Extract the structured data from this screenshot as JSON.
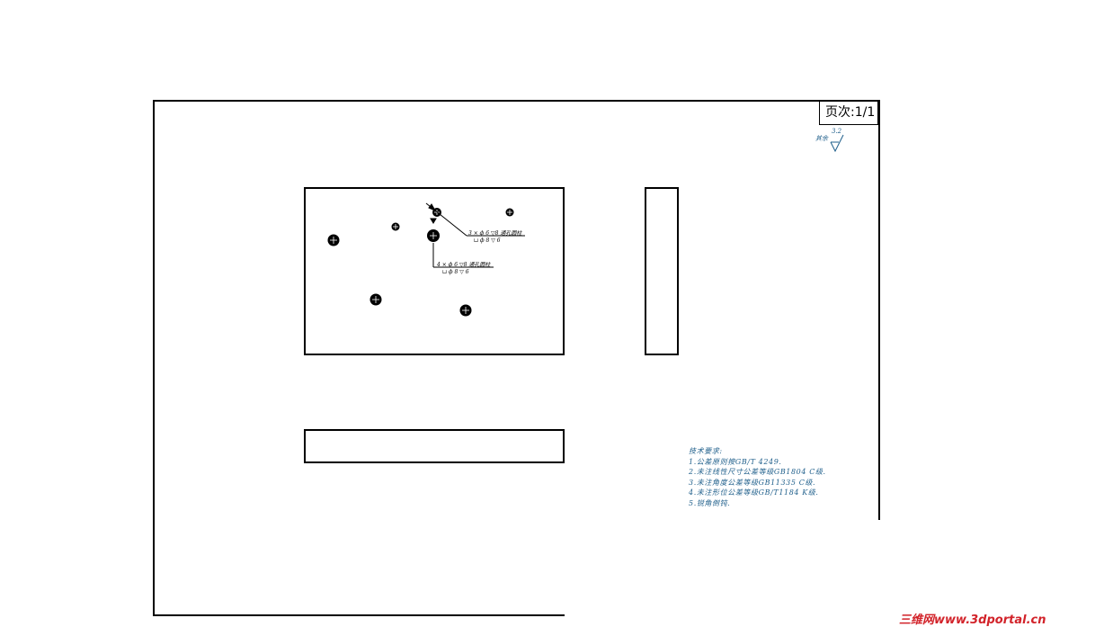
{
  "page_label": "页次:1/1",
  "roughness": {
    "prefix": "其余",
    "value": "3.2"
  },
  "callouts": {
    "upper": {
      "line1": "3 × ф 6 ▽8 通孔圆柱",
      "line2": "⊔ ф 8 ▽ 6"
    },
    "lower": {
      "line1": "4 × ф 6 ▽8 通孔圆柱",
      "line2": "⊔ ф 8 ▽ 6"
    }
  },
  "tech_requirements": {
    "title": "技术要求:",
    "items": [
      "1.公差原则按GB/T 4249.",
      "2.未注线性尺寸公差等级GB1804  C级.",
      "3.未注角度公差等级GB11335  C级.",
      "4.未注形位公差等级GB/T1184  K级.",
      "5.锐角倒钝."
    ]
  },
  "watermark": "三维网www.3dportal.cn",
  "colors": {
    "line": "#000000",
    "annotation": "#1f5f8b",
    "watermark": "#d2232a"
  }
}
